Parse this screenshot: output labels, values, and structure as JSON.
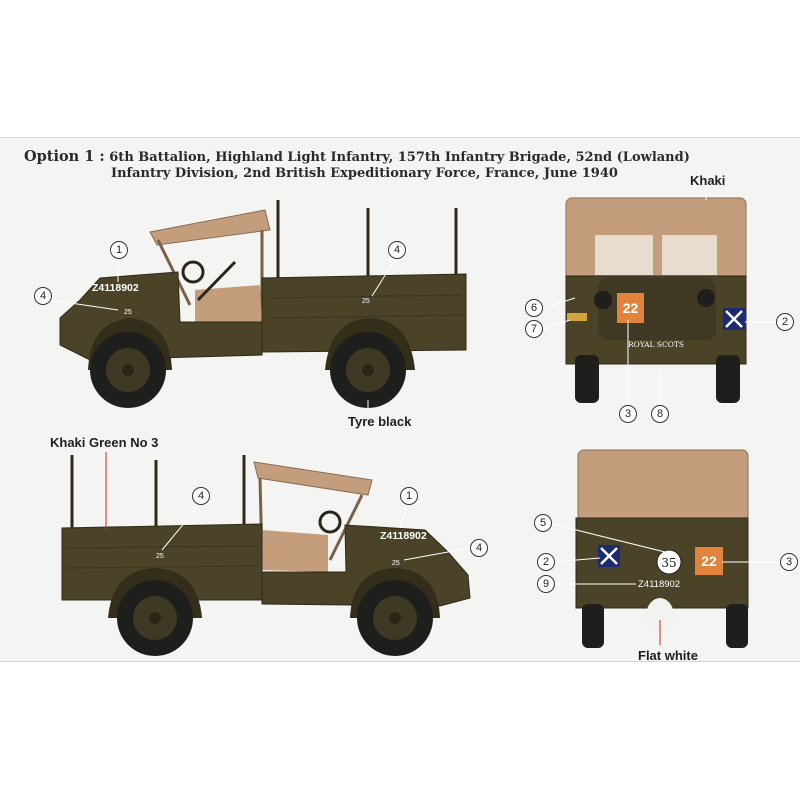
{
  "title": {
    "option": "Option 1 :",
    "line1": "6th Battalion, Highland Light Infantry, 157th Infantry Brigade, 52nd (Lowland)",
    "line2": "Infantry Division, 2nd British Expeditionary Force, France, June 1940"
  },
  "labels": {
    "khaki": "Khaki",
    "tyre_black": "Tyre black",
    "khaki_green": "Khaki Green No 3",
    "flat_white": "Flat white"
  },
  "markings": {
    "registration": "Z4118902",
    "bridge_class": "25",
    "unit_sign": "22",
    "vehicle_number": "35",
    "unit_text": "ROYAL SCOTS"
  },
  "callouts": {
    "c1": "1",
    "c2": "2",
    "c3": "3",
    "c4": "4",
    "c5": "5",
    "c6": "6",
    "c7": "7",
    "c8": "8",
    "c9": "9"
  },
  "colors": {
    "body": "#4a4327",
    "body_dark": "#332e1a",
    "canvas": "#c49e7c",
    "tyre": "#1e1e1c",
    "wheel": "#3d3922",
    "unit_sign": "#e2833d",
    "saltire_blue": "#1b2a72",
    "leader_red": "#cc2a2a"
  }
}
